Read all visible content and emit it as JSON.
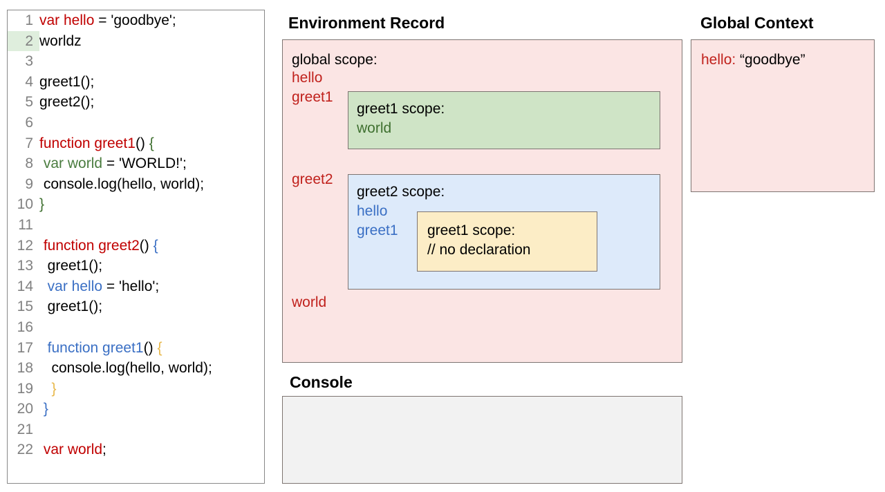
{
  "editor": {
    "highlighted_line": 2,
    "lines": [
      {
        "n": "1",
        "tokens": [
          {
            "t": "var hello",
            "c": "red"
          },
          {
            "t": " = 'goodbye';",
            "c": "black"
          }
        ]
      },
      {
        "n": "2",
        "tokens": [
          {
            "t": "worldz",
            "c": "black"
          }
        ]
      },
      {
        "n": "3",
        "tokens": []
      },
      {
        "n": "4",
        "tokens": [
          {
            "t": "greet1();",
            "c": "black"
          }
        ]
      },
      {
        "n": "5",
        "tokens": [
          {
            "t": "greet2();",
            "c": "black"
          }
        ]
      },
      {
        "n": "6",
        "tokens": []
      },
      {
        "n": "7",
        "tokens": [
          {
            "t": "function greet1",
            "c": "red"
          },
          {
            "t": "() ",
            "c": "black"
          },
          {
            "t": "{",
            "c": "dkgreen"
          }
        ]
      },
      {
        "n": "8",
        "tokens": [
          {
            "t": " ",
            "c": "black"
          },
          {
            "t": "var world",
            "c": "green"
          },
          {
            "t": " = 'WORLD!';",
            "c": "black"
          }
        ]
      },
      {
        "n": "9",
        "tokens": [
          {
            "t": " console.log(hello, world);",
            "c": "black"
          }
        ]
      },
      {
        "n": "10",
        "tokens": [
          {
            "t": "}",
            "c": "dkgreen"
          }
        ]
      },
      {
        "n": "11",
        "tokens": []
      },
      {
        "n": "12",
        "tokens": [
          {
            "t": " ",
            "c": "black"
          },
          {
            "t": "function greet2",
            "c": "red"
          },
          {
            "t": "() ",
            "c": "black"
          },
          {
            "t": "{",
            "c": "blue"
          }
        ]
      },
      {
        "n": "13",
        "tokens": [
          {
            "t": "  greet1();",
            "c": "black"
          }
        ]
      },
      {
        "n": "14",
        "tokens": [
          {
            "t": "  ",
            "c": "black"
          },
          {
            "t": "var hello",
            "c": "blue"
          },
          {
            "t": " = 'hello';",
            "c": "black"
          }
        ]
      },
      {
        "n": "15",
        "tokens": [
          {
            "t": "  greet1();",
            "c": "black"
          }
        ]
      },
      {
        "n": "16",
        "tokens": []
      },
      {
        "n": "17",
        "tokens": [
          {
            "t": "  ",
            "c": "black"
          },
          {
            "t": "function greet1",
            "c": "blue"
          },
          {
            "t": "() ",
            "c": "black"
          },
          {
            "t": "{",
            "c": "amber"
          }
        ]
      },
      {
        "n": "18",
        "tokens": [
          {
            "t": "   console.log(hello, world);",
            "c": "black"
          }
        ]
      },
      {
        "n": "19",
        "tokens": [
          {
            "t": "   ",
            "c": "black"
          },
          {
            "t": "}",
            "c": "amber"
          }
        ]
      },
      {
        "n": "20",
        "tokens": [
          {
            "t": " ",
            "c": "black"
          },
          {
            "t": "}",
            "c": "blue"
          }
        ]
      },
      {
        "n": "21",
        "tokens": []
      },
      {
        "n": "22",
        "tokens": [
          {
            "t": " ",
            "c": "black"
          },
          {
            "t": "var world",
            "c": "red"
          },
          {
            "t": ";",
            "c": "black"
          }
        ]
      }
    ]
  },
  "environment_record": {
    "heading": "Environment Record",
    "global_scope": {
      "title": "global scope:",
      "bindings": [
        "hello",
        "greet1",
        "greet2",
        "world"
      ]
    },
    "greet1_scope": {
      "title": "greet1 scope:",
      "bindings": [
        "world"
      ]
    },
    "greet2_scope": {
      "title": "greet2 scope:",
      "bindings": [
        "hello",
        "greet1"
      ]
    },
    "inner_greet1_scope": {
      "title": "greet1 scope:",
      "note": "// no declaration"
    }
  },
  "global_context": {
    "heading": "Global Context",
    "entry_key": "hello:",
    "entry_value": " “goodbye”"
  },
  "console": {
    "heading": "Console",
    "output": ""
  },
  "colors": {
    "global_scope_bg": "#fbe5e4",
    "greet1_scope_bg": "#cfe4c6",
    "greet2_scope_bg": "#ddeafa",
    "inner_greet1_bg": "#fcedc6",
    "console_bg": "#f2f2f2",
    "border": "#7d7471",
    "keyword_red": "#c00000",
    "keyword_green": "#4a7c3f",
    "keyword_blue": "#3a6fc4",
    "keyword_amber": "#e8b84b",
    "gutter_text": "#808080",
    "gutter_highlight": "#dfeedd"
  }
}
